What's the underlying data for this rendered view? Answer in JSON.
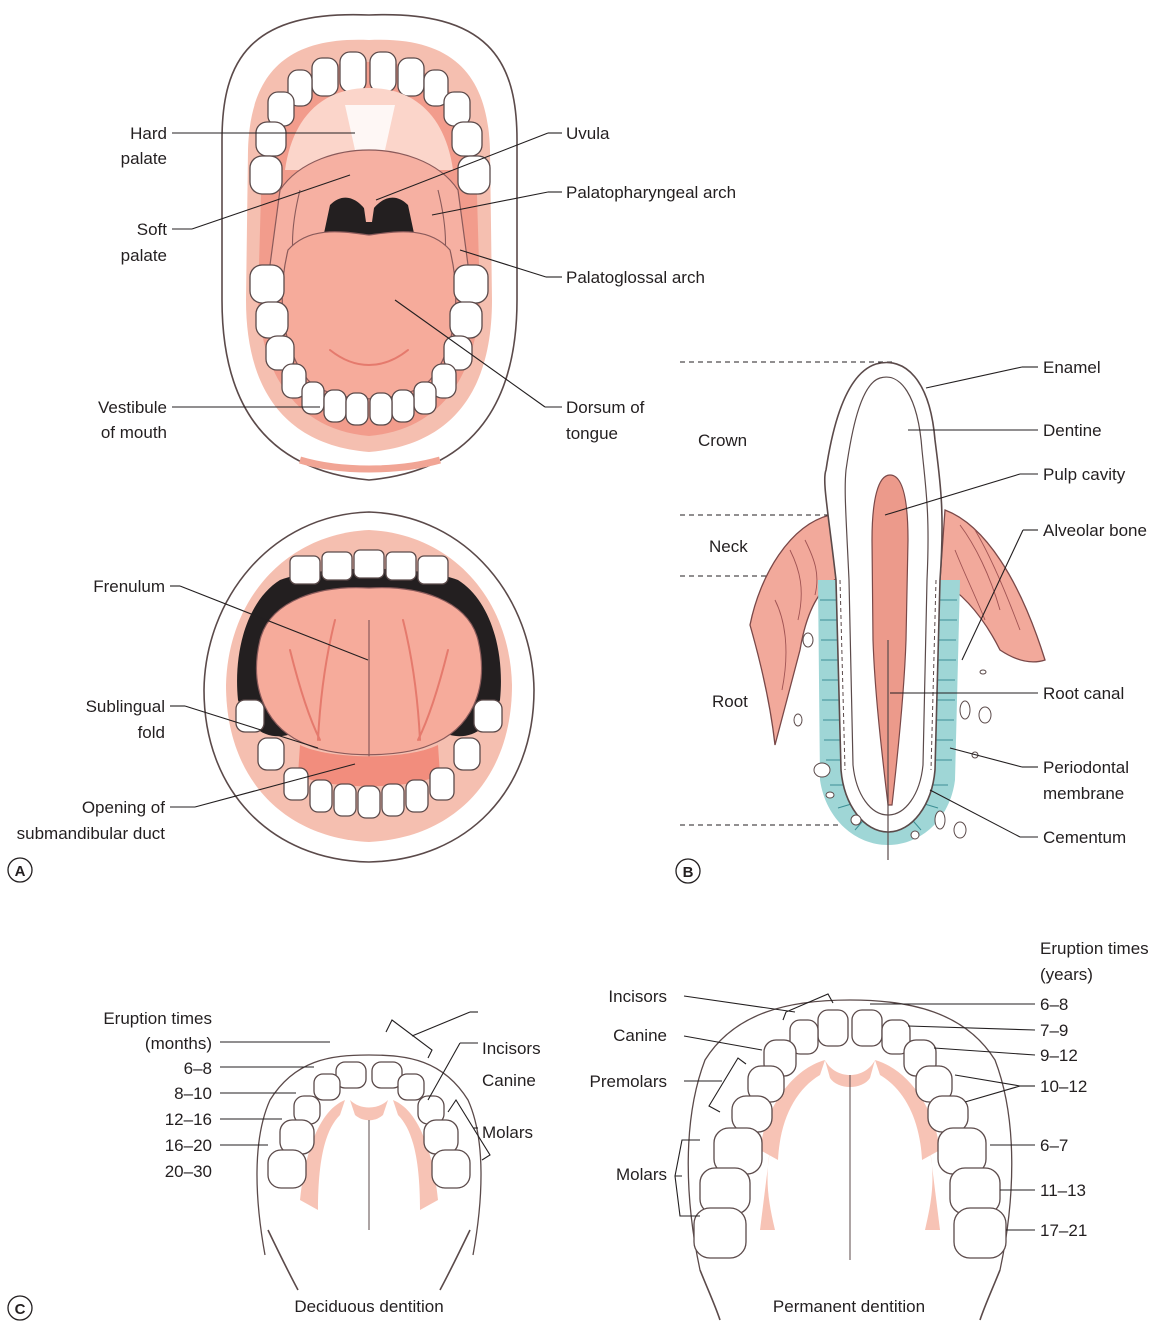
{
  "panels": {
    "a": {
      "letter": "A"
    },
    "b": {
      "letter": "B"
    },
    "c": {
      "letter": "C"
    }
  },
  "mouth_open": {
    "hard_palate": [
      "Hard",
      "palate"
    ],
    "soft_palate": [
      "Soft",
      "palate"
    ],
    "vestibule": [
      "Vestibule",
      "of mouth"
    ],
    "uvula": "Uvula",
    "palatopharyngeal": "Palatopharyngeal arch",
    "palatoglossal": "Palatoglossal arch",
    "dorsum": [
      "Dorsum of",
      "tongue"
    ]
  },
  "under_tongue": {
    "frenulum": "Frenulum",
    "sublingual": [
      "Sublingual",
      "fold"
    ],
    "submandibular": [
      "Opening of",
      "submandibular duct"
    ]
  },
  "tooth_section": {
    "regions": {
      "crown": "Crown",
      "neck": "Neck",
      "root": "Root"
    },
    "enamel": "Enamel",
    "dentine": "Dentine",
    "pulp": "Pulp cavity",
    "alveolar": "Alveolar bone",
    "root_canal": "Root canal",
    "periodontal": [
      "Periodontal",
      "membrane"
    ],
    "cementum": "Cementum"
  },
  "deciduous": {
    "header": [
      "Eruption times",
      "(months)"
    ],
    "times": [
      "6–8",
      "8–10",
      "12–16",
      "16–20",
      "20–30"
    ],
    "incisors": "Incisors",
    "canine": "Canine",
    "molars": "Molars",
    "caption": "Deciduous dentition"
  },
  "permanent": {
    "header": [
      "Eruption times",
      "(years)"
    ],
    "incisors": "Incisors",
    "canine": "Canine",
    "premolars": "Premolars",
    "molars": "Molars",
    "times": [
      "6–8",
      "7–9",
      "9–12",
      "10–12",
      "6–7",
      "11–13",
      "17–21"
    ],
    "caption": "Permanent dentition"
  }
}
